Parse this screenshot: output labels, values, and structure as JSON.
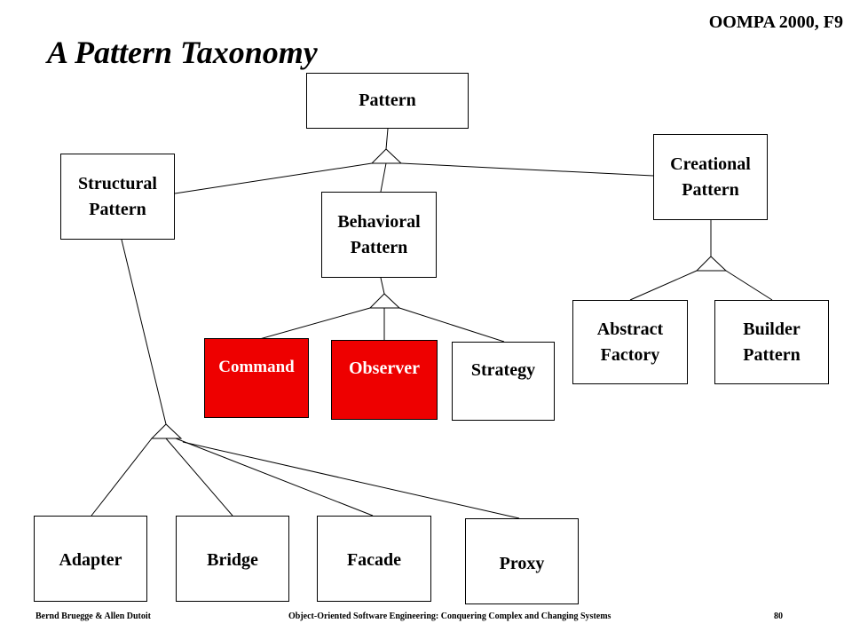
{
  "header": {
    "course": "OOMPA 2000, F9",
    "title": "A Pattern Taxonomy"
  },
  "nodes": {
    "pattern": "Pattern",
    "structural": "Structural\nPattern",
    "behavioral": "Behavioral\nPattern",
    "creational": "Creational\nPattern",
    "command": "Command",
    "observer": "Observer",
    "strategy": "Strategy",
    "abstract_factory": "Abstract\nFactory",
    "builder": "Builder\nPattern",
    "adapter": "Adapter",
    "bridge": "Bridge",
    "facade": "Facade",
    "proxy": "Proxy"
  },
  "colors": {
    "highlight": "#ee0000"
  },
  "footer": {
    "authors": "Bernd Bruegge & Allen Dutoit",
    "book": "Object-Oriented Software Engineering: Conquering Complex and Changing Systems",
    "page": "80"
  }
}
